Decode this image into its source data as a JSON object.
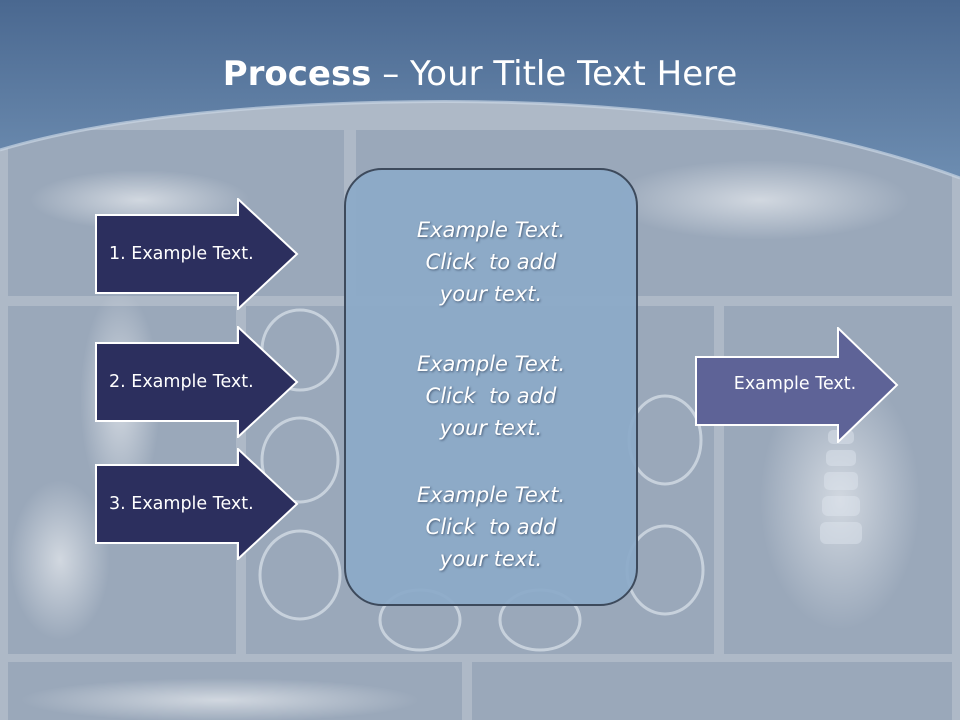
{
  "slide": {
    "title": {
      "bold": "Process",
      "rest": " – Your Title Text Here"
    },
    "steps": [
      {
        "label": "1. Example Text."
      },
      {
        "label": "2. Example Text."
      },
      {
        "label": "3. Example Text."
      }
    ],
    "center_box": {
      "paragraphs": [
        {
          "lines": [
            "Example Text.",
            "Click  to add",
            "your text."
          ]
        },
        {
          "lines": [
            "Example Text.",
            "Click  to add",
            "your text."
          ]
        },
        {
          "lines": [
            "Example Text.",
            "Click  to add",
            "your text."
          ]
        }
      ]
    },
    "result": {
      "label": "Example Text."
    },
    "background": {
      "image": "x-ray-collage"
    },
    "colors": {
      "header": "#4f6f96",
      "step_arrow_fill": "#2c2f5e",
      "result_arrow_fill": "#5e6397",
      "arrow_border": "#ffffff",
      "center_box_fill": "#8caac8",
      "text": "#ffffff"
    }
  }
}
